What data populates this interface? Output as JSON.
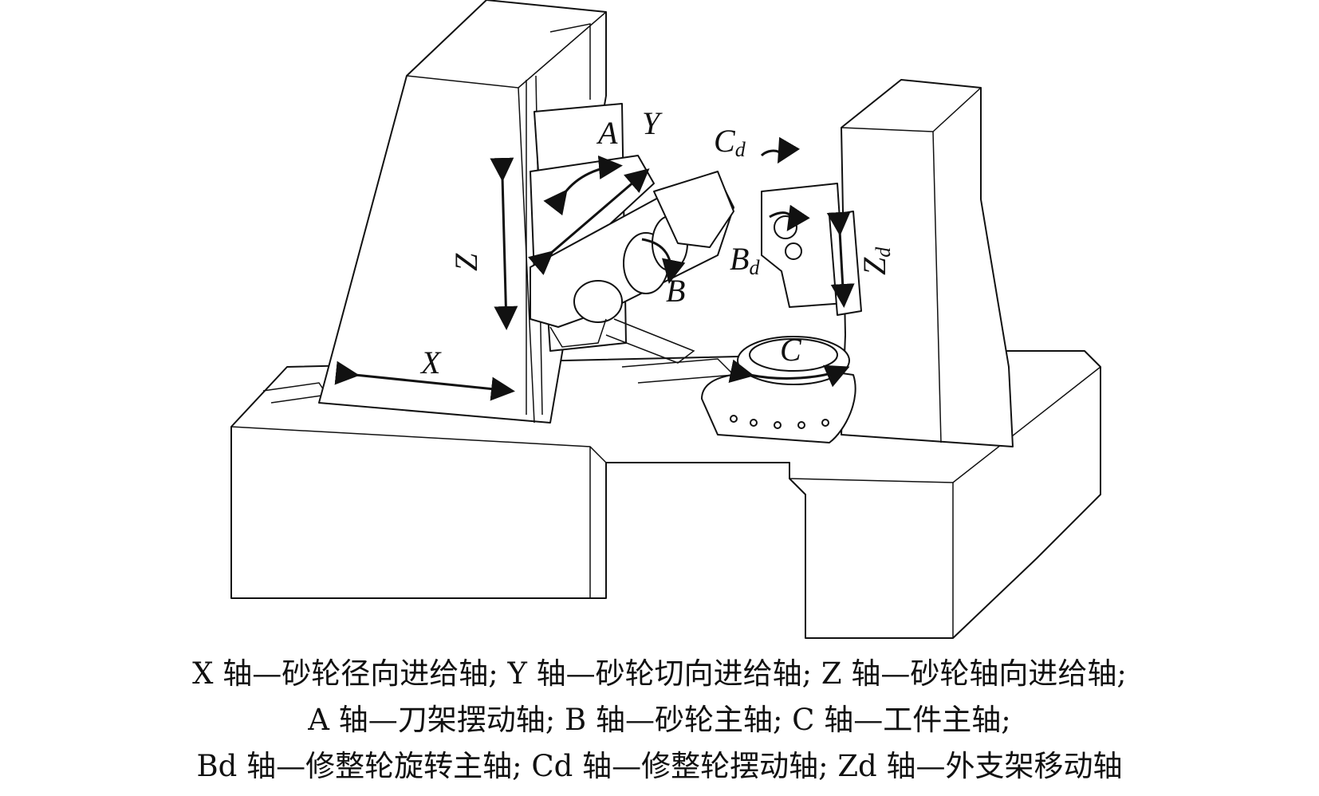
{
  "diagram": {
    "axis_labels": {
      "X": "X",
      "Y": "Y",
      "Z": "Z",
      "A": "A",
      "B": "B",
      "C": "C",
      "Bd": {
        "main": "B",
        "sub": "d"
      },
      "Cd": {
        "main": "C",
        "sub": "d"
      },
      "Zd": {
        "main": "Z",
        "sub": "d"
      }
    }
  },
  "caption": {
    "lines": [
      "X 轴—砂轮径向进给轴; Y 轴—砂轮切向进给轴; Z 轴—砂轮轴向进给轴;",
      "A 轴—刀架摆动轴; B 轴—砂轮主轴; C 轴—工件主轴;",
      "Bd 轴—修整轮旋转主轴; Cd 轴—修整轮摆动轴; Zd 轴—外支架移动轴"
    ]
  }
}
